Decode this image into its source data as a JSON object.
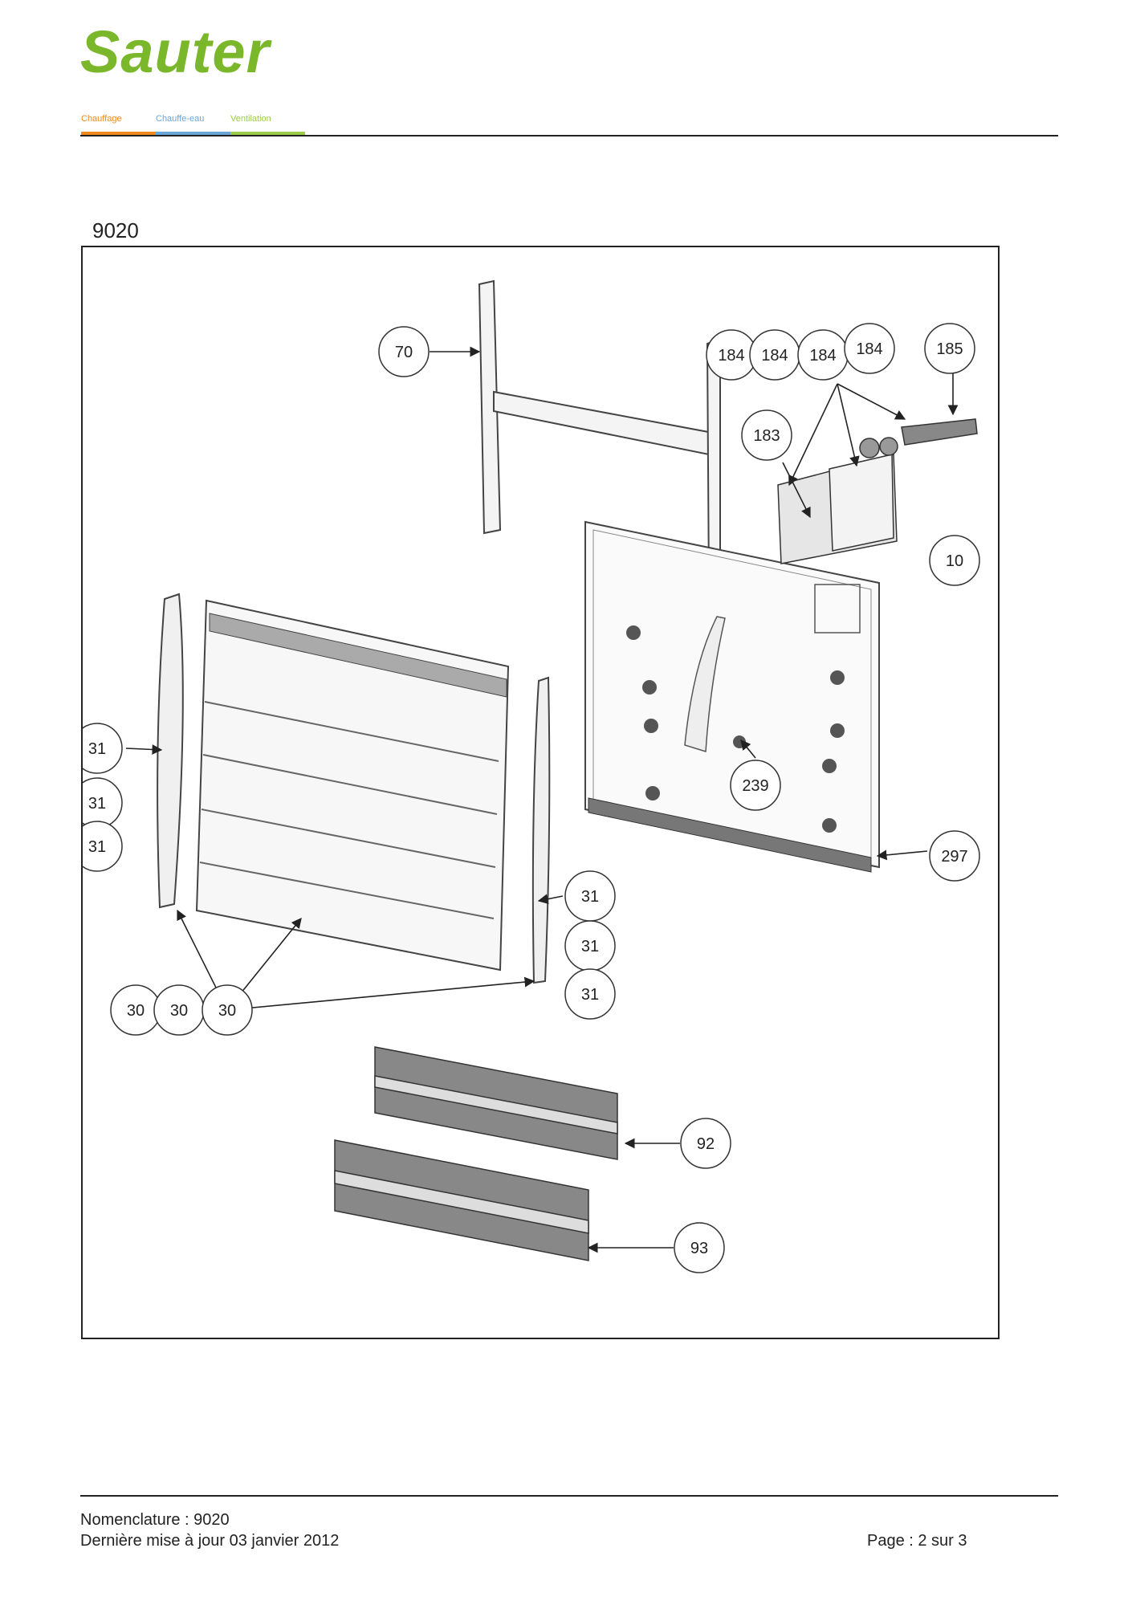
{
  "brand": {
    "name": "Sauter",
    "color": "#7ab72b",
    "categories": [
      {
        "label": "Chauffage",
        "color": "#f08a1c"
      },
      {
        "label": "Chauffe-eau",
        "color": "#6aa5d8"
      },
      {
        "label": "Ventilation",
        "color": "#9ccc4a"
      }
    ]
  },
  "diagram": {
    "title": "9020",
    "callouts": [
      "70",
      "184",
      "184",
      "184",
      "184",
      "185",
      "183",
      "10",
      "239",
      "297",
      "31",
      "31",
      "31",
      "31",
      "31",
      "31",
      "30",
      "30",
      "30",
      "92",
      "93"
    ]
  },
  "footer": {
    "nomenclature": "Nomenclature : 9020",
    "updated": "Dernière mise à jour 03 janvier 2012",
    "page": "Page : 2 sur 3"
  }
}
